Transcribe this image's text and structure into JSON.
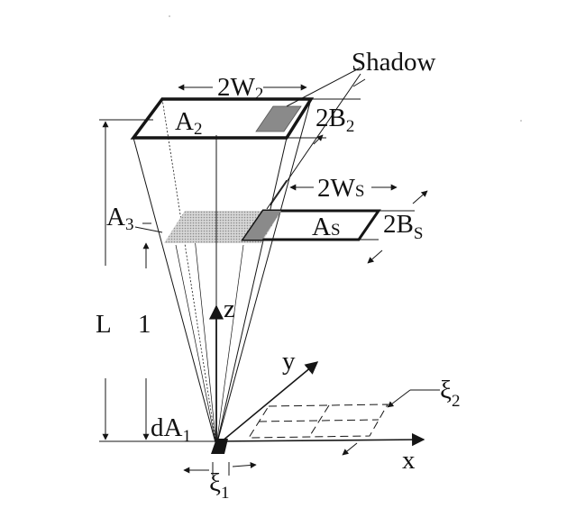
{
  "labels": {
    "shadow": "Shadow",
    "w2_main": "2W",
    "w2_sub": "2",
    "a2_main": "A",
    "a2_sub": "2",
    "b2_main": "2B",
    "b2_sub": "2",
    "ws_main": "2W",
    "ws_sub": "S",
    "a3_main": "A",
    "a3_sub": "3",
    "as_main": "A",
    "as_sub": "S",
    "bs_main": "2B",
    "bs_sub": "S",
    "l": "L",
    "one": "1",
    "z": "z",
    "y": "y",
    "x": "x",
    "da1_main": "dA",
    "da1_sub": "1",
    "xi2_main": "ξ",
    "xi2_sub": "2",
    "xi1_main": "ξ",
    "xi1_sub": "1"
  },
  "colors": {
    "ink": "#151515",
    "shade_light": "#c4c4c4",
    "shade_dark": "#8a8a8a",
    "paper": "#ffffff"
  }
}
